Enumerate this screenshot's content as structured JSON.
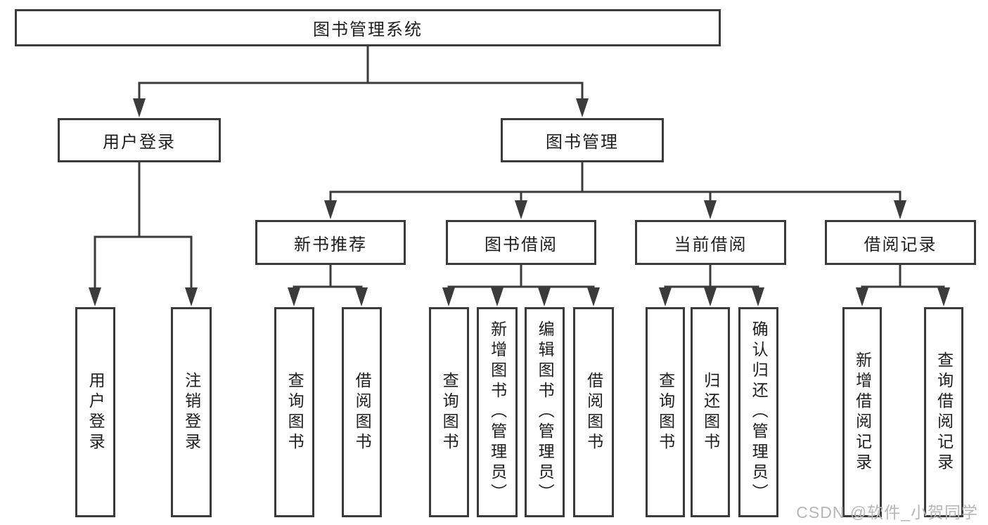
{
  "diagram_type": "hierarchy-tree",
  "tree": {
    "label": "图书管理系统",
    "children": [
      {
        "label": "用户登录",
        "children": [
          {
            "label": "用户登录"
          },
          {
            "label": "注销登录"
          }
        ]
      },
      {
        "label": "图书管理",
        "children": [
          {
            "label": "新书推荐",
            "children": [
              {
                "label": "查询图书"
              },
              {
                "label": "借阅图书"
              }
            ]
          },
          {
            "label": "图书借阅",
            "children": [
              {
                "label": "查询图书"
              },
              {
                "label": "新增图书（管理员）"
              },
              {
                "label": "编辑图书（管理员）"
              },
              {
                "label": "借阅图书"
              }
            ]
          },
          {
            "label": "当前借阅",
            "children": [
              {
                "label": "查询图书"
              },
              {
                "label": "归还图书"
              },
              {
                "label": "确认归还（管理员）"
              }
            ]
          },
          {
            "label": "借阅记录",
            "children": [
              {
                "label": "新增借阅记录"
              },
              {
                "label": "查询借阅记录"
              }
            ]
          }
        ]
      }
    ]
  },
  "watermark": "CSDN @软件_小贺同学",
  "colors": {
    "background": "#ffffff",
    "box_border": "#3b3b3b",
    "connector_line": "#3b3b3b",
    "text": "#1e1e1e",
    "watermark": "#b6b6b6"
  }
}
